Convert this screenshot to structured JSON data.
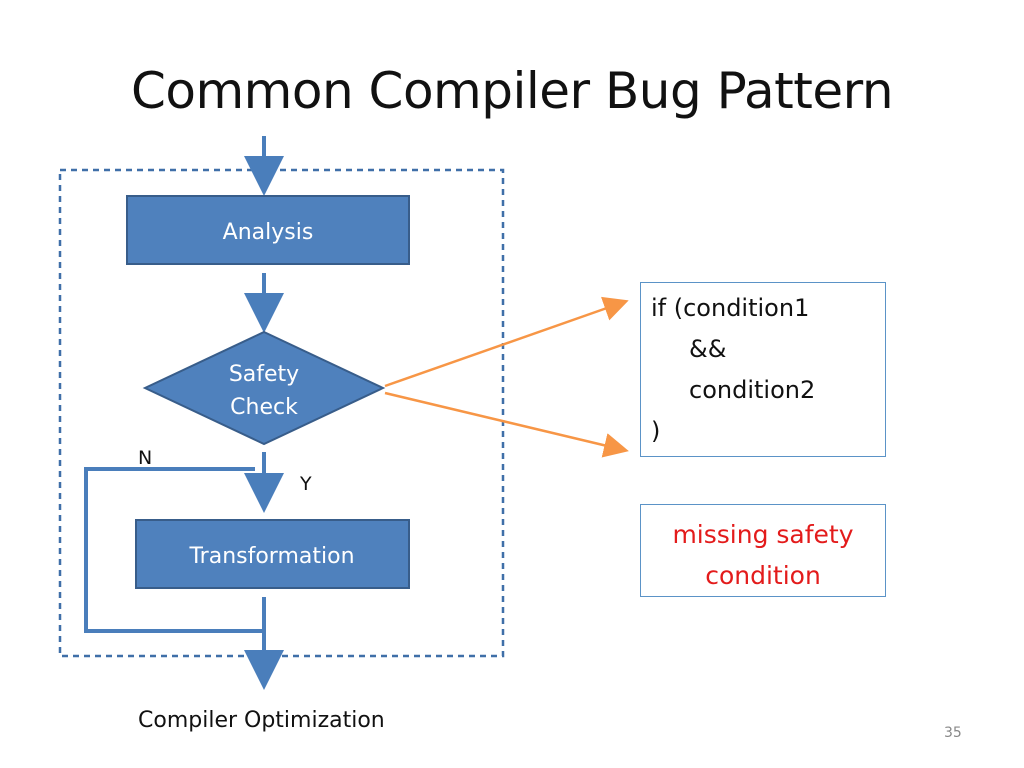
{
  "slide": {
    "title": "Common Compiler Bug Pattern",
    "page_number": "35"
  },
  "flowchart": {
    "analysis_label": "Analysis",
    "safety_check_line1": "Safety",
    "safety_check_line2": "Check",
    "no_label": "N",
    "yes_label": "Y",
    "transformation_label": "Transformation",
    "footer_label": "Compiler Optimization"
  },
  "code_box": {
    "lines": [
      "if (condition1",
      "&&",
      "condition2",
      ")"
    ]
  },
  "note_box": {
    "line1": "missing safety",
    "line2": "condition"
  },
  "colors": {
    "box_fill": "#4f81bd",
    "box_border": "#385d8a",
    "flow_line": "#4a7ebb",
    "arrow_accent": "#f79646",
    "warning_text": "#e31b1b",
    "frame_dash": "#3f6fa8"
  }
}
